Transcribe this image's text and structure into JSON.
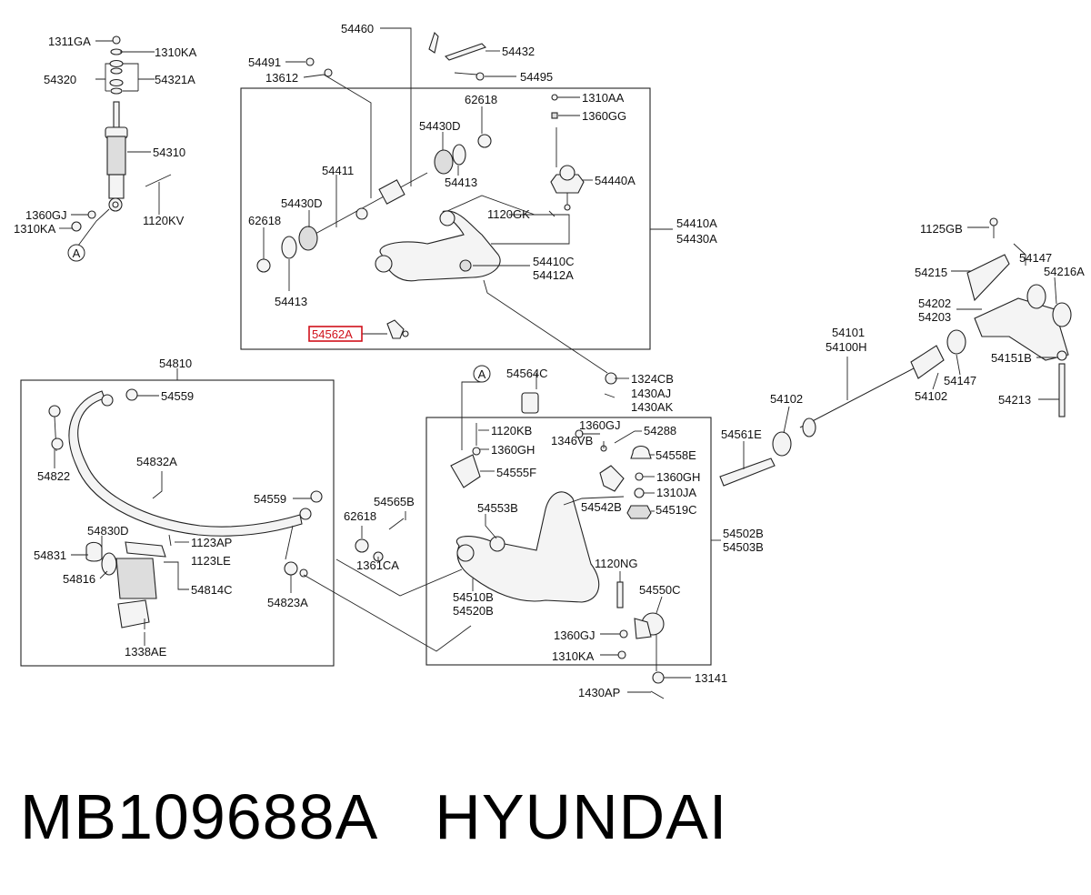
{
  "caption": {
    "part_number": "MB109688A",
    "brand": "HYUNDAI"
  },
  "colors": {
    "highlight": "#d0101a",
    "ink": "#111111"
  },
  "labels": [
    {
      "key": "l1311ga",
      "text": "1311GA"
    },
    {
      "key": "l1310ka_a",
      "text": "1310KA"
    },
    {
      "key": "l54320",
      "text": "54320"
    },
    {
      "key": "l54321a",
      "text": "54321A"
    },
    {
      "key": "l54310",
      "text": "54310"
    },
    {
      "key": "l1360gj_a",
      "text": "1360GJ"
    },
    {
      "key": "l1310ka_b",
      "text": "1310KA"
    },
    {
      "key": "l1120kv",
      "text": "1120KV"
    },
    {
      "key": "l54460",
      "text": "54460"
    },
    {
      "key": "l54432",
      "text": "54432"
    },
    {
      "key": "l54491",
      "text": "54491"
    },
    {
      "key": "l13612",
      "text": "13612"
    },
    {
      "key": "l54495",
      "text": "54495"
    },
    {
      "key": "l62618_a",
      "text": "62618"
    },
    {
      "key": "l1310aa",
      "text": "1310AA"
    },
    {
      "key": "l1360gg",
      "text": "1360GG"
    },
    {
      "key": "l54430d_a",
      "text": "54430D"
    },
    {
      "key": "l54413_a",
      "text": "54413"
    },
    {
      "key": "l54440a",
      "text": "54440A"
    },
    {
      "key": "l54411",
      "text": "54411"
    },
    {
      "key": "l54430d_b",
      "text": "54430D"
    },
    {
      "key": "l1120gk",
      "text": "1120GK"
    },
    {
      "key": "l62618_b",
      "text": "62618"
    },
    {
      "key": "l54410a",
      "text": "54410A"
    },
    {
      "key": "l54430a",
      "text": "54430A"
    },
    {
      "key": "l54410c",
      "text": "54410C"
    },
    {
      "key": "l54412a",
      "text": "54412A"
    },
    {
      "key": "l54413_b",
      "text": "54413"
    },
    {
      "key": "l54562a",
      "text": "54562A"
    },
    {
      "key": "l1125gb",
      "text": "1125GB"
    },
    {
      "key": "l54147_a",
      "text": "54147"
    },
    {
      "key": "l54215",
      "text": "54215"
    },
    {
      "key": "l54216a",
      "text": "54216A"
    },
    {
      "key": "l54202",
      "text": "54202"
    },
    {
      "key": "l54203",
      "text": "54203"
    },
    {
      "key": "l54101",
      "text": "54101"
    },
    {
      "key": "l54100h",
      "text": "54100H"
    },
    {
      "key": "l54151b",
      "text": "54151B"
    },
    {
      "key": "l54147_b",
      "text": "54147"
    },
    {
      "key": "l54102_a",
      "text": "54102"
    },
    {
      "key": "l54102_b",
      "text": "54102"
    },
    {
      "key": "l54213",
      "text": "54213"
    },
    {
      "key": "l54561e",
      "text": "54561E"
    },
    {
      "key": "l54810",
      "text": "54810"
    },
    {
      "key": "l54559_a",
      "text": "54559"
    },
    {
      "key": "l54822",
      "text": "54822"
    },
    {
      "key": "l54832a",
      "text": "54832A"
    },
    {
      "key": "l54559_b",
      "text": "54559"
    },
    {
      "key": "l54830d",
      "text": "54830D"
    },
    {
      "key": "l1123ap",
      "text": "1123AP"
    },
    {
      "key": "l1123le",
      "text": "1123LE"
    },
    {
      "key": "l54831",
      "text": "54831"
    },
    {
      "key": "l54816",
      "text": "54816"
    },
    {
      "key": "l54814c",
      "text": "54814C"
    },
    {
      "key": "l1338ae",
      "text": "1338AE"
    },
    {
      "key": "l54823a",
      "text": "54823A"
    },
    {
      "key": "l54564c",
      "text": "54564C"
    },
    {
      "key": "l1324cb",
      "text": "1324CB"
    },
    {
      "key": "l1430aj",
      "text": "1430AJ"
    },
    {
      "key": "l1430ak",
      "text": "1430AK"
    },
    {
      "key": "l1120kb",
      "text": "1120KB"
    },
    {
      "key": "l1360gh_a",
      "text": "1360GH"
    },
    {
      "key": "l1360gj_b",
      "text": "1360GJ"
    },
    {
      "key": "l54288",
      "text": "54288"
    },
    {
      "key": "l1346vb",
      "text": "1346VB"
    },
    {
      "key": "l54558e",
      "text": "54558E"
    },
    {
      "key": "l54555f",
      "text": "54555F"
    },
    {
      "key": "l1360gh_b",
      "text": "1360GH"
    },
    {
      "key": "l1310ja",
      "text": "1310JA"
    },
    {
      "key": "l54542b",
      "text": "54542B"
    },
    {
      "key": "l54519c",
      "text": "54519C"
    },
    {
      "key": "l54565b",
      "text": "54565B"
    },
    {
      "key": "l54553b",
      "text": "54553B"
    },
    {
      "key": "l62618_c",
      "text": "62618"
    },
    {
      "key": "l54502b",
      "text": "54502B"
    },
    {
      "key": "l54503b",
      "text": "54503B"
    },
    {
      "key": "l1361ca",
      "text": "1361CA"
    },
    {
      "key": "l1120ng",
      "text": "1120NG"
    },
    {
      "key": "l54550c",
      "text": "54550C"
    },
    {
      "key": "l54510b",
      "text": "54510B"
    },
    {
      "key": "l54520b",
      "text": "54520B"
    },
    {
      "key": "l1360gj_c",
      "text": "1360GJ"
    },
    {
      "key": "l1310ka_c",
      "text": "1310KA"
    },
    {
      "key": "l13141",
      "text": "13141"
    },
    {
      "key": "l1430ap",
      "text": "1430AP"
    }
  ],
  "callouts": [
    {
      "key": "ref_a_shock",
      "text": "A"
    },
    {
      "key": "ref_a_arm",
      "text": "A"
    }
  ]
}
